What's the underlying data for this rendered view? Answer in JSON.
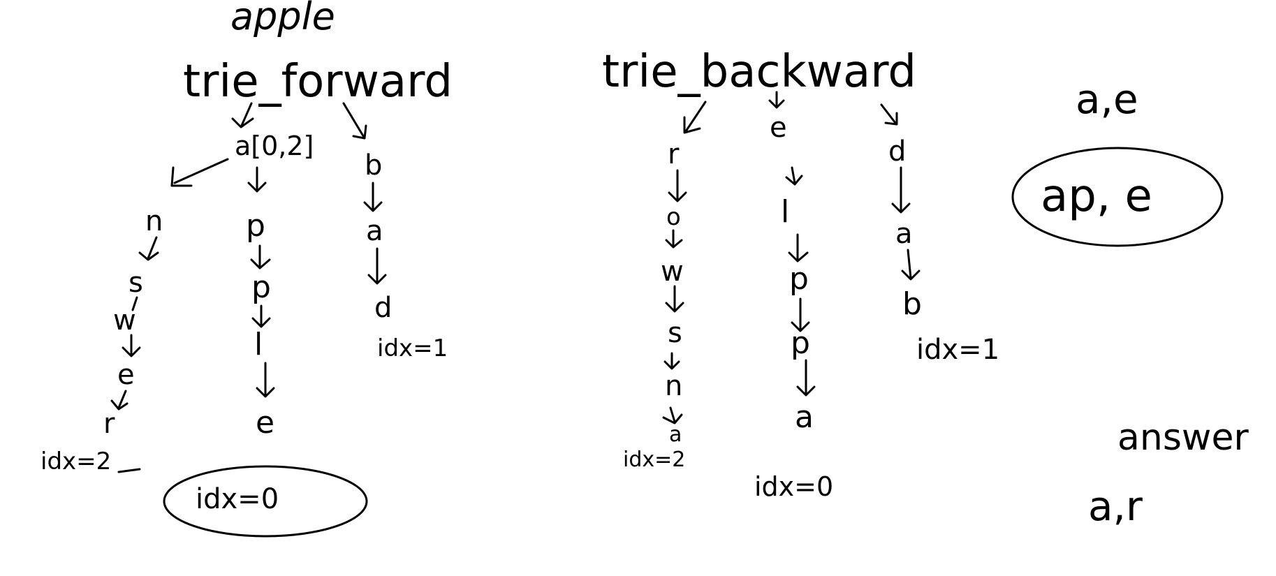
{
  "word": "apple",
  "forward": {
    "title": "trie_forward",
    "root_child_label": "a[0,2]",
    "branch_left": [
      "n",
      "s",
      "w",
      "e",
      "r"
    ],
    "branch_left_idx": "idx=2",
    "branch_middle": [
      "p",
      "p",
      "l",
      "e"
    ],
    "branch_middle_idx": "idx=0",
    "branch_right": [
      "b",
      "a",
      "d"
    ],
    "branch_right_idx": "idx=1"
  },
  "backward": {
    "title": "trie_backward",
    "branch_left": [
      "r",
      "o",
      "w",
      "s",
      "n",
      "a"
    ],
    "branch_left_idx": "idx=2",
    "branch_middle": [
      "e",
      "l",
      "p",
      "p",
      "a"
    ],
    "branch_middle_idx": "idx=0",
    "branch_right": [
      "d",
      "a",
      "b"
    ],
    "branch_right_idx": "idx=1"
  },
  "side_notes": {
    "query": "a,e",
    "match": "ap, e",
    "answer_label": "answer",
    "answer_value": "a,r"
  }
}
